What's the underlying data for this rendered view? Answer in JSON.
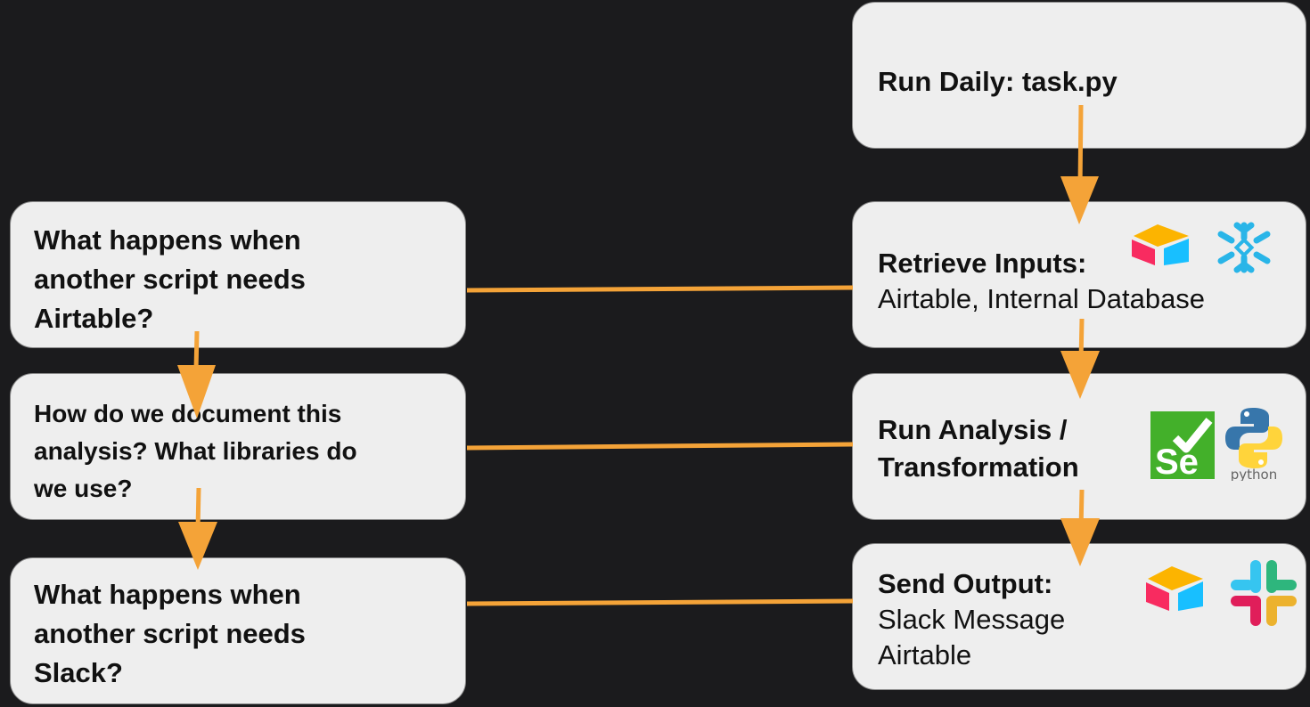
{
  "pipeline": {
    "run_daily": {
      "title": "Run Daily: task.py"
    },
    "retrieve": {
      "title": "Retrieve Inputs:",
      "detail": "Airtable, Internal Database"
    },
    "analysis": {
      "title_line1": "Run Analysis /",
      "title_line2": "Transformation",
      "python_label": "python"
    },
    "send": {
      "title": "Send Output:",
      "detail_line1": "Slack Message",
      "detail_line2": "Airtable"
    }
  },
  "questions": [
    {
      "lines": [
        "What happens when",
        "another script needs",
        "Airtable?"
      ]
    },
    {
      "lines": [
        "How do we document this",
        "analysis? What libraries do",
        "we use?"
      ]
    },
    {
      "lines": [
        "What happens when",
        "another script needs",
        "Slack?"
      ]
    }
  ],
  "icons": {
    "retrieve": [
      "airtable-logo-icon",
      "snowflake-logo-icon"
    ],
    "analysis": [
      "selenium-logo-icon",
      "python-logo-icon"
    ],
    "send": [
      "airtable-logo-icon",
      "slack-logo-icon"
    ]
  },
  "colors": {
    "background": "#1b1b1d",
    "box_fill": "#eeeeee",
    "connector": "#f4a338",
    "airtable_yellow": "#fcb400",
    "airtable_blue": "#18bfff",
    "airtable_red": "#f82b60",
    "snowflake": "#29b5e8",
    "selenium": "#43b02a",
    "python_blue": "#3776ab",
    "python_yellow": "#ffd43b",
    "slack_blue": "#36c5f0",
    "slack_green": "#2eb67d",
    "slack_yellow": "#ecb22e",
    "slack_red": "#e01e5a"
  }
}
